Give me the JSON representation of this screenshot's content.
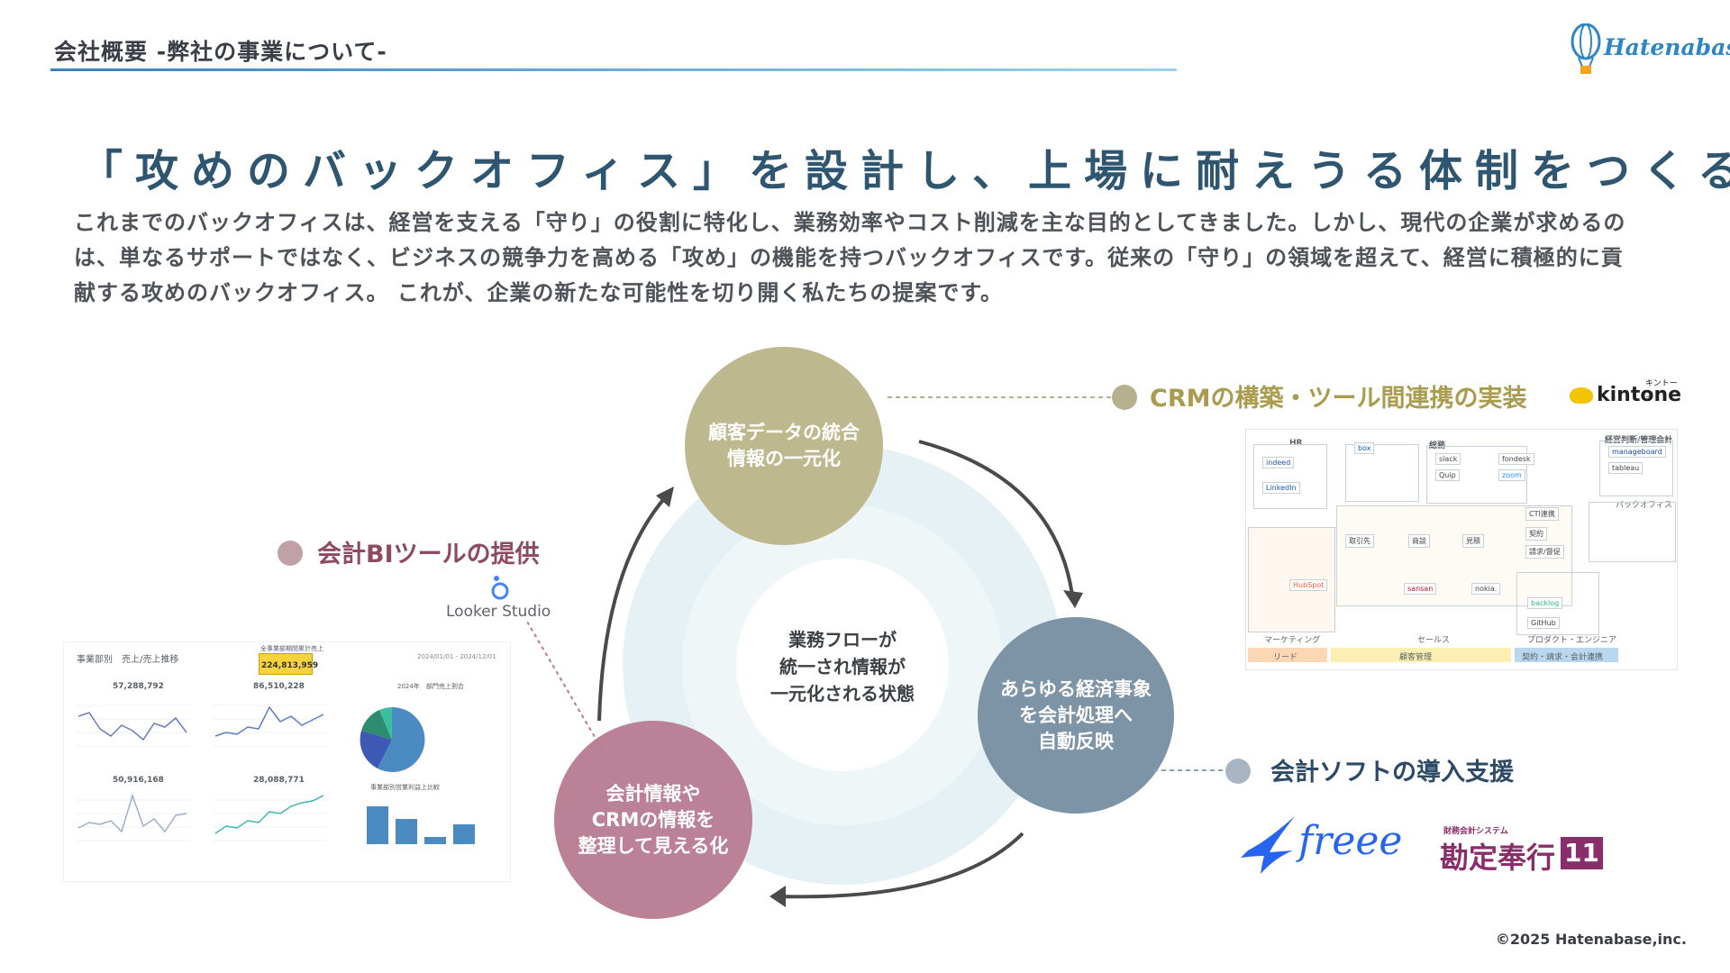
{
  "header": {
    "title": "会社概要 -弊社の事業について-",
    "logo_text": "Hatenabase"
  },
  "headline": "「攻めのバックオフィス」を設計し、上場に耐えうる体制をつくる",
  "body_text": "これまでのバックオフィスは、経営を支える「守り」の役割に特化し、業務効率やコスト削減を主な目的としてきました。しかし、現代の企業が求めるのは、単なるサポートではなく、ビジネスの競争力を高める「攻め」の機能を持つバックオフィスです。従来の「守り」の領域を超えて、経営に積極的に貢献する攻めのバックオフィス。 これが、企業の新たな可能性を切り開く私たちの提案です。",
  "cycle": {
    "center": "業務フローが\n統一され情報が\n一元化される状態",
    "top": "顧客データの統合\n情報の一元化",
    "right": "あらゆる経済事象\nを会計処理へ\n自動反映",
    "left": "会計情報や\nCRMの情報を\n整理して見える化"
  },
  "features": {
    "crm": "CRMの構築・ツール間連携の実装",
    "bi": "会計BIツールの提供",
    "accounting": "会計ソフトの導入支援"
  },
  "logos": {
    "kintone": "kintone",
    "kintone_kana": "キントーン",
    "looker": "Looker Studio",
    "freee": "freee",
    "bugyo_sub": "財務会計システム",
    "bugyo": "勘定奉行",
    "bugyo_ver": "11"
  },
  "dashboard": {
    "title": "事業部別　売上/売上推移",
    "total_label": "全事業部期間累計売上",
    "total_value": "224,813,959",
    "date_range": "2024/01/01 - 2024/12/01",
    "kpi1": "57,288,792",
    "kpi2": "86,510,228",
    "kpi3": "50,916,168",
    "kpi4": "28,088,771",
    "pie_title": "2024年　部門売上割合",
    "bar_title": "事業部別営業利益上比較"
  },
  "crm_diagram": {
    "hr": "HR",
    "general": "総務",
    "mgmt": "経営判断/管理会計",
    "backoffice": "バックオフィス",
    "marketing": "マーケティング",
    "sales": "セールス",
    "product": "プロダクト・エンジニア",
    "lead": "リード",
    "customer": "顧客管理",
    "contract": "契約・請求・会計連携"
  },
  "colors": {
    "top_circle": "#bdb88d",
    "right_circle": "#7d93a6",
    "left_circle": "#bb8196",
    "crm_label": "#a99c4f",
    "bi_label": "#8e4a62",
    "acct_label": "#2d4a66"
  },
  "copyright": "©2025 Hatenabase,inc."
}
